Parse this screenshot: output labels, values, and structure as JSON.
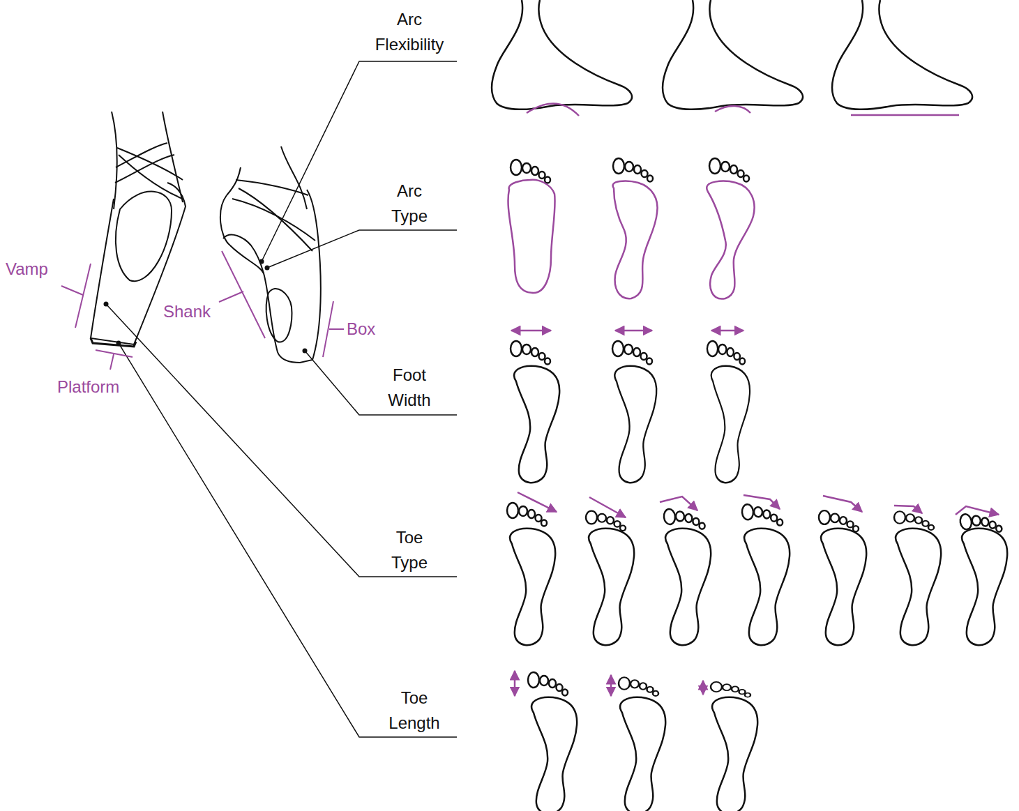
{
  "diagram": {
    "labels": [
      "Arc Flexibility",
      "Arc Type",
      "Foot Width",
      "Toe Type",
      "Toe Length",
      "Vamp",
      "Shank",
      "Platform",
      "Box"
    ]
  }
}
